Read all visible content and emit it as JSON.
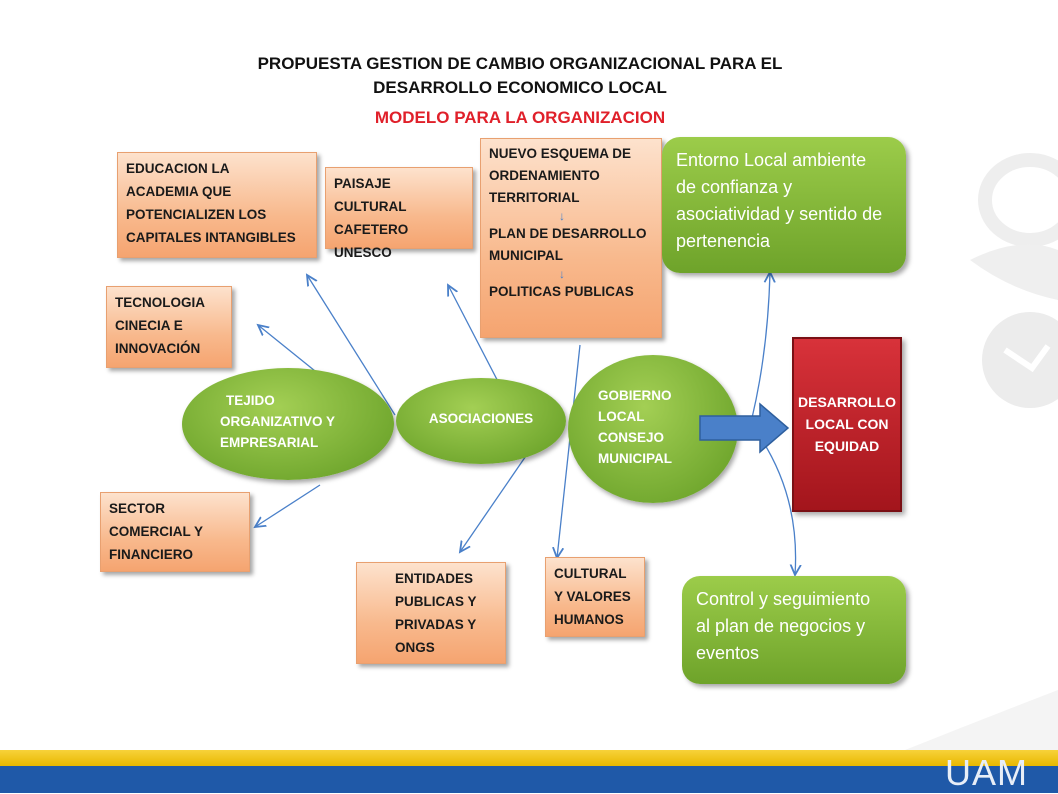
{
  "title": {
    "line1": "PROPUESTA GESTION DE CAMBIO ORGANIZACIONAL PARA EL",
    "line2": "DESARROLLO ECONOMICO LOCAL",
    "line3": "MODELO PARA LA ORGANIZACION"
  },
  "boxes": {
    "educacion": [
      "EDUCACION LA",
      "ACADEMIA QUE",
      "POTENCIALIZEN LOS",
      "CAPITALES INTANGIBLES"
    ],
    "paisaje": [
      "PAISAJE CULTURAL",
      "CAFETERO",
      "UNESCO"
    ],
    "esquema_1": [
      "NUEVO ESQUEMA DE",
      "ORDENAMIENTO",
      "TERRITORIAL"
    ],
    "esquema_2": [
      "PLAN DE DESARROLLO",
      "MUNICIPAL"
    ],
    "esquema_3": "POLITICAS PUBLICAS",
    "tecnologia": [
      "TECNOLOGIA",
      "CINECIA E",
      "INNOVACIÓN"
    ],
    "sector": [
      "SECTOR",
      "COMERCIAL Y",
      "FINANCIERO"
    ],
    "entidades": [
      "ENTIDADES",
      "PUBLICAS Y",
      "PRIVADAS  Y",
      "ONGS"
    ],
    "cultural": [
      "CULTURAL",
      "Y VALORES",
      "HUMANOS"
    ]
  },
  "ellipses": {
    "tejido": [
      "TEJIDO",
      "ORGANIZATIVO Y",
      "EMPRESARIAL"
    ],
    "asociaciones": "ASOCIACIONES",
    "gobierno": [
      "GOBIERNO",
      "LOCAL",
      "CONSEJO",
      "MUNICIPAL"
    ]
  },
  "green_boxes": {
    "entorno": [
      "Entorno Local ambiente",
      "de confianza y",
      "asociatividad y sentido de",
      "pertenencia"
    ],
    "control": [
      "Control y seguimiento",
      "al plan de negocios y",
      "eventos"
    ]
  },
  "result": [
    "DESARROLLO",
    "LOCAL CON",
    "EQUIDAD"
  ],
  "logo": "UAM",
  "colors": {
    "green": "#7ab234",
    "orange": "#f8b98d",
    "red": "#c0222a",
    "blue_arrow": "#4a80c9",
    "footer_blue": "#1f59a8",
    "footer_yellow": "#f0c419"
  }
}
